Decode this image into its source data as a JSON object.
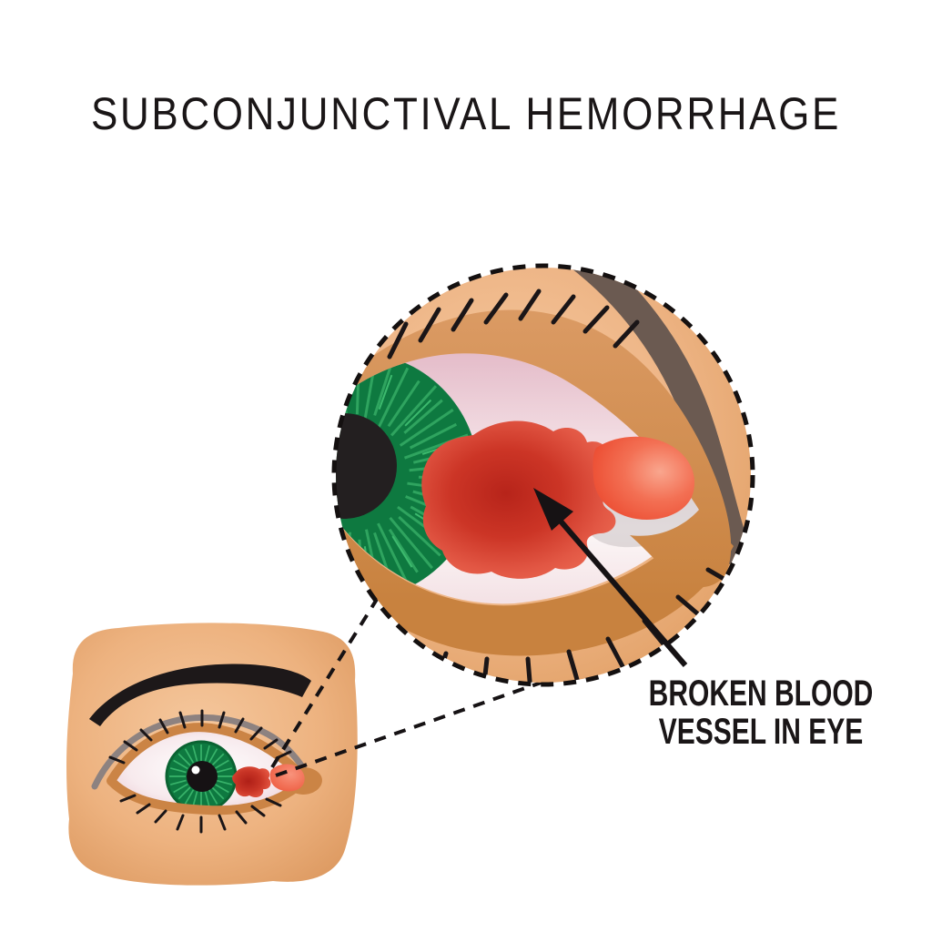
{
  "title": {
    "text": "SUBCONJUNCTIVAL HEMORRHAGE"
  },
  "annotation": {
    "line1": "BROKEN BLOOD",
    "line2": "VESSEL IN EYE"
  },
  "figure": {
    "magnified_view": "enlarged eye in dashed circle showing subconjunctival hemorrhage",
    "small_view": "eye with eyebrow on skin patch, hemorrhage near inner corner",
    "connector": "dashed zoom lines from small eye to magnified circle",
    "arrow_target": "red hemorrhage area on sclera"
  },
  "colors": {
    "background": "#FFFFFF",
    "text": "#1A1617",
    "skin_light": "#F5C89E",
    "skin_dark": "#DD9757",
    "eyelid_tan": "#CD8849",
    "brow_stripe_magnified": "#6B5A51",
    "eyebrow_black": "#1D1819",
    "iris_green": "#0E7940",
    "iris_streak_green": "#2FA45F",
    "pupil": "#231F20",
    "sclera_pink": "#E8C2CE",
    "hemorrhage_red_dark": "#B7241A",
    "hemorrhage_red_light": "#EA664F",
    "caruncle_orange": "#EC4E33",
    "line_black": "#161214"
  }
}
